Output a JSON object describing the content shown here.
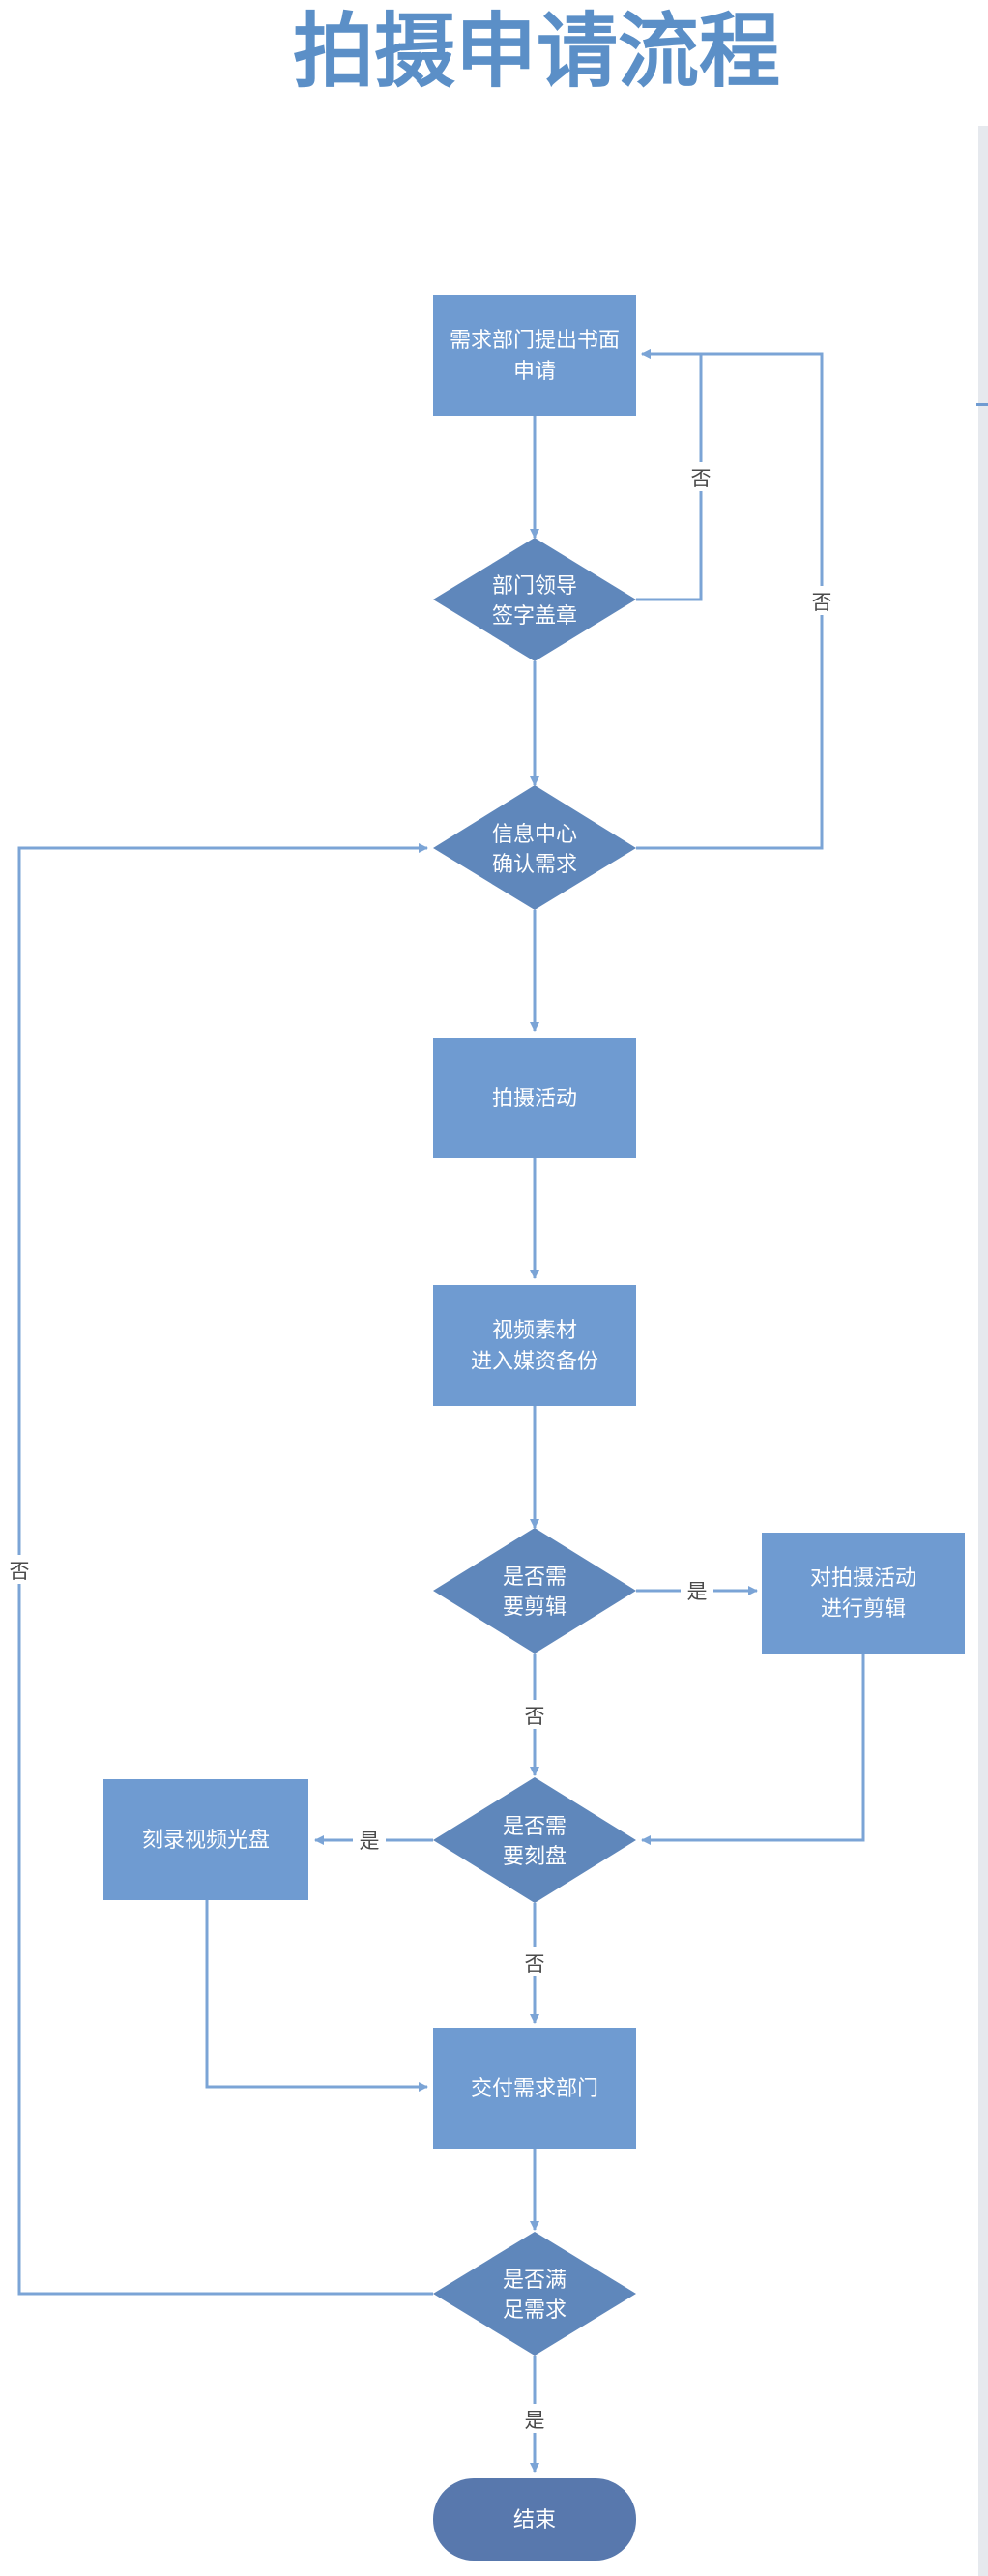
{
  "title": "拍摄申请流程",
  "colors": {
    "title": "#5b8fc7",
    "box": "#6f9bd1",
    "diamond": "#5f87bb",
    "end": "#5878ad",
    "line": "#7ba4d6",
    "label": "#4a4a4a",
    "node_text": "#ffffff",
    "edge_strip": "#e6e9ee"
  },
  "nodes": {
    "submit_request": {
      "line1": "需求部门提出书面",
      "line2": "申请"
    },
    "leader_approval": {
      "line1": "部门领导",
      "line2": "签字盖章"
    },
    "info_center_confirm": {
      "line1": "信息中心",
      "line2": "确认需求"
    },
    "shooting": {
      "line1": "拍摄活动"
    },
    "video_backup": {
      "line1": "视频素材",
      "line2": "进入媒资备份"
    },
    "need_edit": {
      "line1": "是否需",
      "line2": "要剪辑"
    },
    "edit_activity": {
      "line1": "对拍摄活动",
      "line2": "进行剪辑"
    },
    "need_burn": {
      "line1": "是否需",
      "line2": "要刻盘"
    },
    "burn_disc": {
      "line1": "刻录视频光盘"
    },
    "deliver": {
      "line1": "交付需求部门"
    },
    "satisfied": {
      "line1": "是否满",
      "line2": "足需求"
    },
    "end": {
      "line1": "结束"
    }
  },
  "edge_labels": {
    "leader_no": "否",
    "info_no": "否",
    "edit_yes": "是",
    "edit_no": "否",
    "burn_yes": "是",
    "burn_no": "否",
    "satisfied_no": "否",
    "satisfied_yes": "是"
  }
}
